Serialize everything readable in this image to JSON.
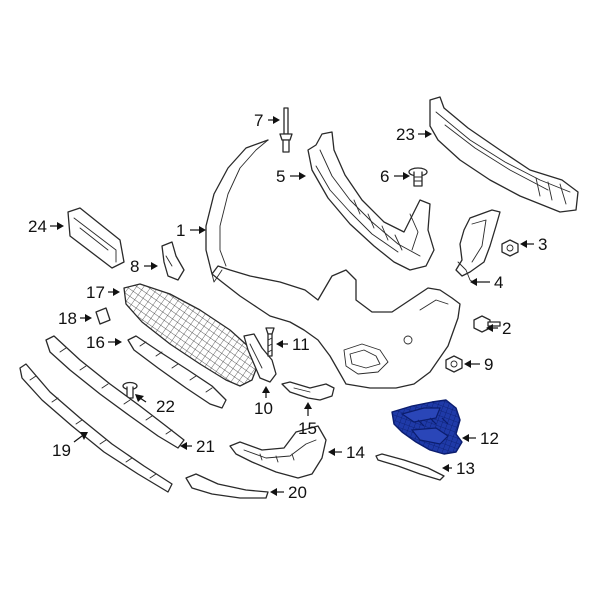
{
  "colors": {
    "line": "#2a2a2a",
    "highlight_fill": "#1f3aa8",
    "highlight_stroke": "#0b1d6e",
    "background": "#ffffff"
  },
  "highlighted_part": "12",
  "callouts": [
    {
      "id": "c1",
      "label": "1"
    },
    {
      "id": "c2",
      "label": "2"
    },
    {
      "id": "c3",
      "label": "3"
    },
    {
      "id": "c4",
      "label": "4"
    },
    {
      "id": "c5",
      "label": "5"
    },
    {
      "id": "c6",
      "label": "6"
    },
    {
      "id": "c7",
      "label": "7"
    },
    {
      "id": "c8",
      "label": "8"
    },
    {
      "id": "c9",
      "label": "9"
    },
    {
      "id": "c10",
      "label": "10"
    },
    {
      "id": "c11",
      "label": "11"
    },
    {
      "id": "c12",
      "label": "12"
    },
    {
      "id": "c13",
      "label": "13"
    },
    {
      "id": "c14",
      "label": "14"
    },
    {
      "id": "c15",
      "label": "15"
    },
    {
      "id": "c16",
      "label": "16"
    },
    {
      "id": "c17",
      "label": "17"
    },
    {
      "id": "c18",
      "label": "18"
    },
    {
      "id": "c19",
      "label": "19"
    },
    {
      "id": "c20",
      "label": "20"
    },
    {
      "id": "c21",
      "label": "21"
    },
    {
      "id": "c22",
      "label": "22"
    },
    {
      "id": "c23",
      "label": "23"
    },
    {
      "id": "c24",
      "label": "24"
    }
  ]
}
